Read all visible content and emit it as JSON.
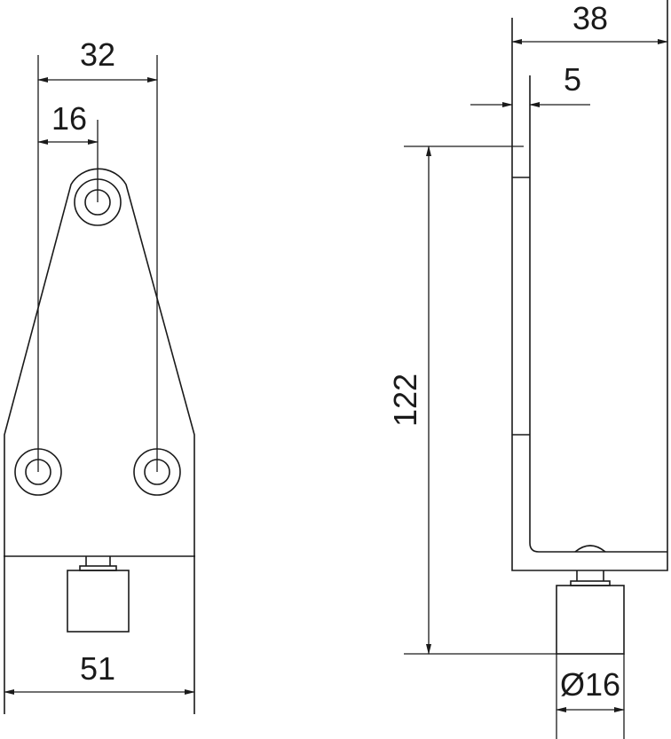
{
  "dimensions": {
    "front_hole_spacing": "32",
    "front_half_spacing": "16",
    "front_width": "51",
    "side_depth": "38",
    "side_thickness": "5",
    "side_height": "122",
    "roller_diameter": "Ø16"
  },
  "colors": {
    "line": "#1a1a1a",
    "background": "#ffffff"
  }
}
